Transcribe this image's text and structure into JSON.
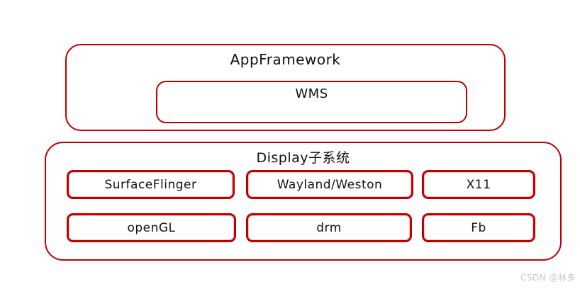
{
  "colors": {
    "border_red": "#c00000",
    "text": "#111111",
    "watermark_gray": "#c8c8c8",
    "background": "#ffffff"
  },
  "app_framework": {
    "title": "AppFramework",
    "inner_box": {
      "label": "WMS"
    }
  },
  "display_subsystem": {
    "title": "Display子系统",
    "rows": [
      {
        "cells": [
          {
            "label": "SurfaceFlinger"
          },
          {
            "label": "Wayland/Weston"
          },
          {
            "label": "X11"
          }
        ]
      },
      {
        "cells": [
          {
            "label": "openGL"
          },
          {
            "label": "drm"
          },
          {
            "label": "Fb"
          }
        ]
      }
    ]
  },
  "watermark": {
    "text": "CSDN @林多"
  }
}
